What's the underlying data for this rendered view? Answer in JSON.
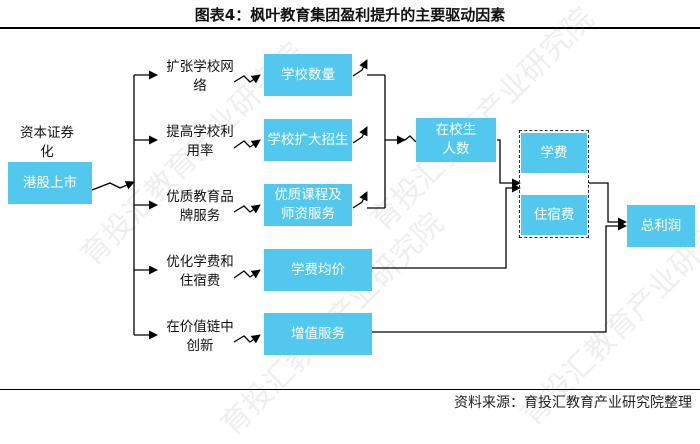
{
  "title": "图表4：枫叶教育集团盈利提升的主要驱动因素",
  "source": "资料来源：育投汇教育产业研究院整理",
  "watermark": "育投汇教育产业研究院",
  "colors": {
    "box_fill": "#53c8ee",
    "box_text": "#ffffff",
    "line": "#000000"
  },
  "diagram": {
    "capital_label": "资本证券化",
    "ipo": "港股上市",
    "levers": [
      {
        "label": "扩张学校网络",
        "result": "学校数量"
      },
      {
        "label": "提高学校利用率",
        "result": "学校扩大招生"
      },
      {
        "label": "优质教育品牌服务",
        "result": "优质课程及师资服务"
      },
      {
        "label": "优化学费和住宿费",
        "result": "学费均价"
      },
      {
        "label": "在价值链中创新",
        "result": "增值服务"
      }
    ],
    "enrollment": "在校生人数",
    "tuition": "学费",
    "boarding": "住宿费",
    "total_profit": "总利润"
  }
}
